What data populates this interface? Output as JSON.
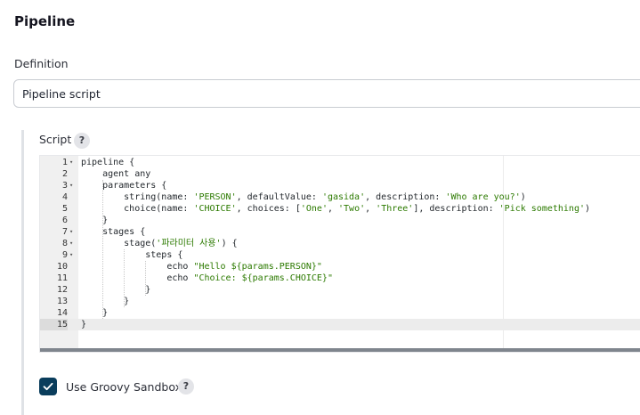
{
  "section": {
    "title": "Pipeline"
  },
  "definition": {
    "label": "Definition",
    "selected": "Pipeline script"
  },
  "script": {
    "label": "Script",
    "help": "?",
    "lines": [
      {
        "num": "1",
        "fold": true,
        "text": "pipeline {"
      },
      {
        "num": "2",
        "fold": false,
        "text": "    agent any"
      },
      {
        "num": "3",
        "fold": true,
        "text": "    parameters {"
      },
      {
        "num": "4",
        "fold": false,
        "text": "        string(name: 'PERSON', defaultValue: 'gasida', description: 'Who are you?')"
      },
      {
        "num": "5",
        "fold": false,
        "text": "        choice(name: 'CHOICE', choices: ['One', 'Two', 'Three'], description: 'Pick something')"
      },
      {
        "num": "6",
        "fold": false,
        "text": "    }"
      },
      {
        "num": "7",
        "fold": true,
        "text": "    stages {"
      },
      {
        "num": "8",
        "fold": true,
        "text": "        stage('파라미터 사용') {"
      },
      {
        "num": "9",
        "fold": true,
        "text": "            steps {"
      },
      {
        "num": "10",
        "fold": false,
        "text": "                echo \"Hello ${params.PERSON}\""
      },
      {
        "num": "11",
        "fold": false,
        "text": "                echo \"Choice: ${params.CHOICE}\""
      },
      {
        "num": "12",
        "fold": false,
        "text": "            }"
      },
      {
        "num": "13",
        "fold": false,
        "text": "        }"
      },
      {
        "num": "14",
        "fold": false,
        "text": "    }"
      },
      {
        "num": "15",
        "fold": false,
        "text": "}"
      }
    ],
    "active_line": "15"
  },
  "sandbox": {
    "label": "Use Groovy Sandbox",
    "checked": true,
    "help": "?"
  },
  "colors": {
    "string": "#2c7a00",
    "checkbox": "#0a3d5c",
    "help_bg": "#e3e4e8"
  },
  "icons": {
    "fold": "caret-down-icon",
    "check": "check-icon",
    "help": "question-mark-icon"
  }
}
